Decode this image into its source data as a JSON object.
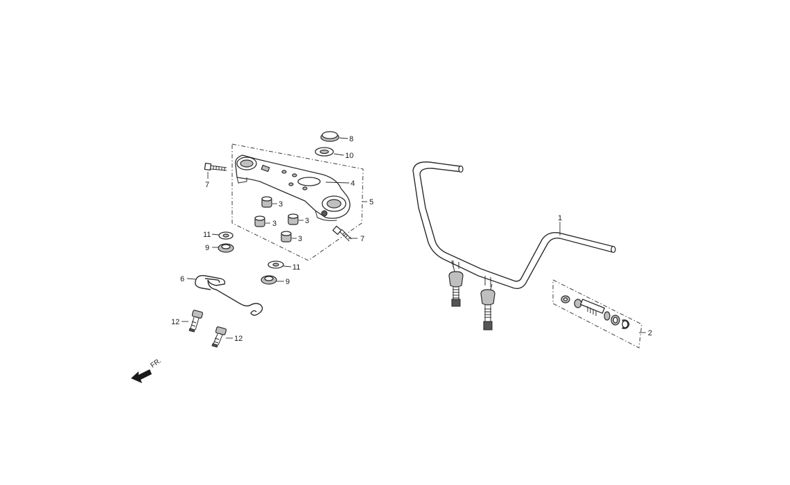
{
  "callouts": {
    "c1": "1",
    "c2": "2",
    "c3a": "3",
    "c3b": "3",
    "c3c": "3",
    "c3d": "3",
    "c4": "4",
    "c5": "5",
    "c6": "6",
    "c7a": "7",
    "c7b": "7",
    "c8": "8",
    "c9a": "9",
    "c9b": "9",
    "c10": "10",
    "c11a": "11",
    "c11b": "11",
    "c12a": "12",
    "c12b": "12"
  },
  "front_label": "FR."
}
